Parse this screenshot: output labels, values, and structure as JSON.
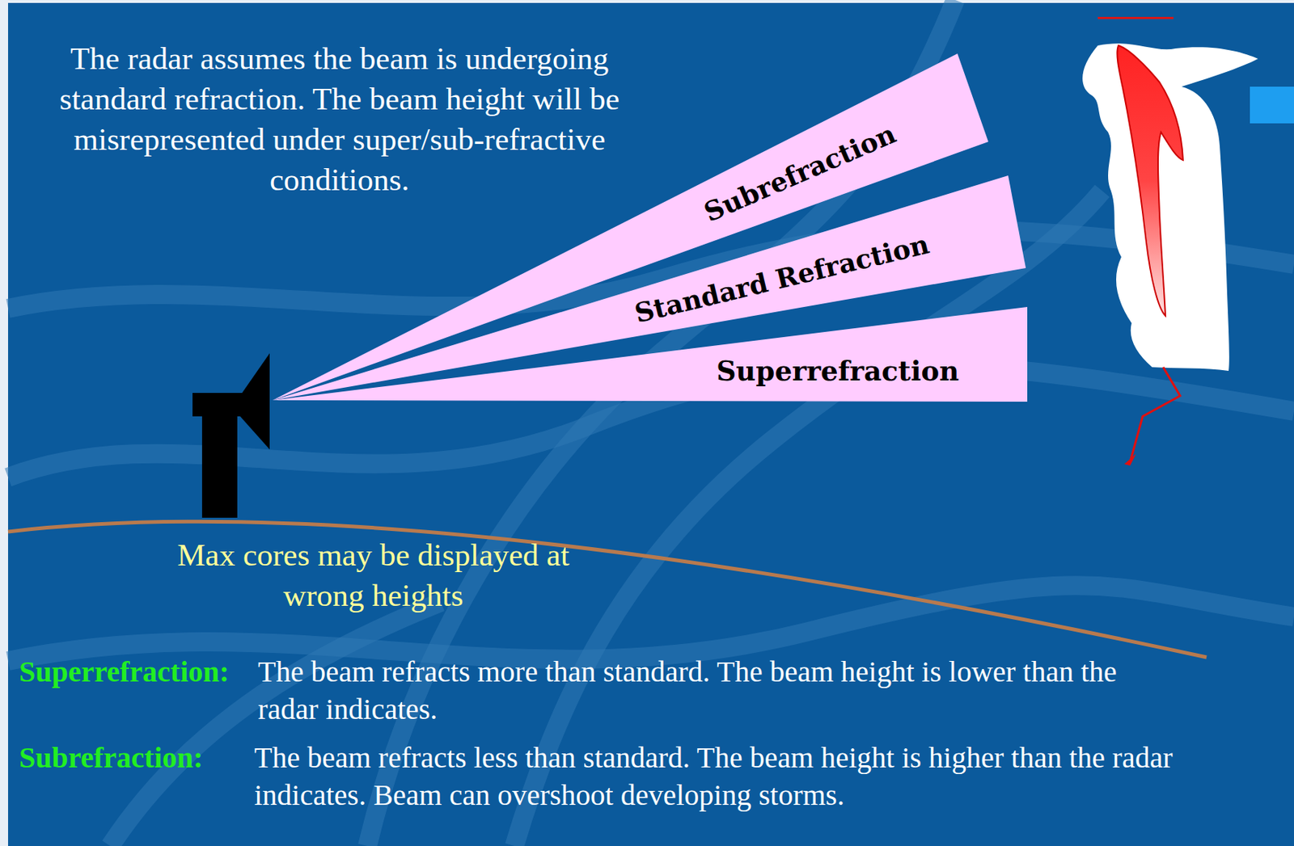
{
  "diagram": {
    "nodes": [
      {
        "text": [
          "Subrefraction"
        ]
      },
      {
        "text": [
          "Standard Refraction"
        ]
      },
      {
        "text": [
          "Superrefraction"
        ]
      }
    ],
    "labels": [
      "The radar assumes the beam is undergoing standard refraction. The beam height will be misrepresented under super/sub-refractive conditions.",
      "Max cores may be displayed at wrong heights",
      "Superrefraction:",
      "The beam refracts more than standard. The beam height is lower than the radar indicates.",
      "Subrefraction:",
      "The beam refracts less than standard. The beam height is higher than the radar indicates. Beam can overshoot developing storms."
    ]
  }
}
